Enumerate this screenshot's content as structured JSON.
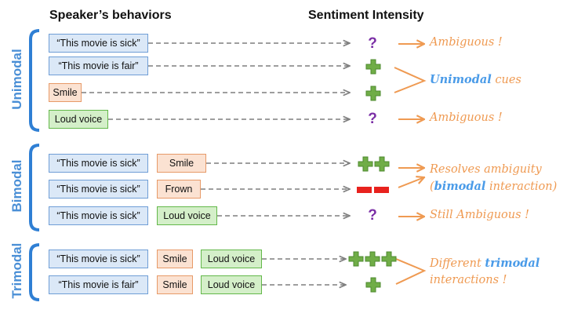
{
  "headers": {
    "behaviors": "Speaker’s behaviors",
    "intensity": "Sentiment Intensity"
  },
  "groups": [
    {
      "label": "Unimodal"
    },
    {
      "label": "Bimodal"
    },
    {
      "label": "Trimodal"
    }
  ],
  "rows": [
    {
      "behaviors": [
        "“This movie is sick”"
      ],
      "kinds": [
        "verbal"
      ],
      "sentiment": "ambiguous"
    },
    {
      "behaviors": [
        "“This movie is fair”"
      ],
      "kinds": [
        "verbal"
      ],
      "sentiment": "positive"
    },
    {
      "behaviors": [
        "Smile"
      ],
      "kinds": [
        "visual"
      ],
      "sentiment": "positive"
    },
    {
      "behaviors": [
        "Loud voice"
      ],
      "kinds": [
        "acoustic"
      ],
      "sentiment": "ambiguous"
    },
    {
      "behaviors": [
        "“This movie is sick”",
        "Smile"
      ],
      "kinds": [
        "verbal",
        "visual"
      ],
      "sentiment": "strong positive"
    },
    {
      "behaviors": [
        "“This movie is sick”",
        "Frown"
      ],
      "kinds": [
        "verbal",
        "visual"
      ],
      "sentiment": "strong negative"
    },
    {
      "behaviors": [
        "“This movie is sick”",
        "Loud voice"
      ],
      "kinds": [
        "verbal",
        "acoustic"
      ],
      "sentiment": "ambiguous"
    },
    {
      "behaviors": [
        "“This movie is sick”",
        "Smile",
        "Loud voice"
      ],
      "kinds": [
        "verbal",
        "visual",
        "acoustic"
      ],
      "sentiment": "very strong positive"
    },
    {
      "behaviors": [
        "“This movie is fair”",
        "Smile",
        "Loud voice"
      ],
      "kinds": [
        "verbal",
        "visual",
        "acoustic"
      ],
      "sentiment": "positive"
    }
  ],
  "results": [
    {
      "text": "Ambiguous !"
    },
    {
      "pre": "",
      "keyword": "Unimodal",
      "post": " cues"
    },
    {
      "text": "Ambiguous !"
    },
    {
      "line1": "Resolves ambiguity",
      "line2_pre": "(",
      "line2_keyword": "bimodal",
      "line2_post": " interaction)"
    },
    {
      "text": "Still Ambiguous !"
    },
    {
      "line1_pre": "Different ",
      "line1_keyword": "trimodal",
      "line2": "interactions !"
    }
  ],
  "colors": {
    "verbal_fill": "#dbe8f7",
    "visual_fill": "#fbe2d2",
    "acoustic_fill": "#d4efc9",
    "group_label": "#4a8fd6",
    "bracket": "#2f7fd4",
    "dashed_arrow": "#7f7f7f",
    "result_arrow": "#ef9a52",
    "result_text": "#ef9a52",
    "keyword": "#4a9be8",
    "positive": "#70ad47",
    "negative": "#e8221e",
    "ambiguous": "#7b2fa6"
  },
  "icons": {
    "positive": "green-plus-icon",
    "negative": "red-minus-icon",
    "ambiguous": "purple-question-mark-icon"
  }
}
